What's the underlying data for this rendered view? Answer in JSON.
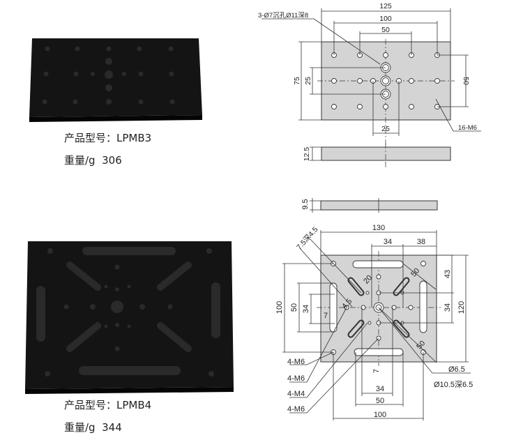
{
  "product1": {
    "model_label": "产品型号：LPMB3",
    "weight_label": "重量/g",
    "weight_value": "306",
    "drawing": {
      "dim_width": "125",
      "dim_100": "100",
      "dim_50": "50",
      "dim_height": "75",
      "dim_25_v": "25",
      "dim_50_v": "50",
      "dim_25_h": "25",
      "callout_counterbore": "3-Ø7沉孔Ø11深8",
      "callout_threads": "16-M6",
      "dim_thickness": "12.5"
    }
  },
  "product2": {
    "model_label": "产品型号：LPMB4",
    "weight_label": "重量/g",
    "weight_value": "344",
    "drawing": {
      "dim_thickness": "9.5",
      "callout_slot": "7.5深4.5",
      "dim_width": "130",
      "dim_34_top": "34",
      "dim_38": "38",
      "dim_20": "20",
      "dim_4_5": "4.5",
      "dim_50_diag_top": "50",
      "dim_50_diag_bottom": "50",
      "dim_100_left": "100",
      "dim_50_left": "50",
      "dim_34_left": "34",
      "dim_7_left": "7",
      "dim_43": "43",
      "dim_34_right": "34",
      "dim_120": "120",
      "dim_7_bottom": "7",
      "dim_34_bottom": "34",
      "dim_50_bottom": "50",
      "dim_100_bottom": "100",
      "callouts": [
        "4-M6",
        "4-M6",
        "4-M4",
        "4-M6"
      ],
      "callout_hole_1": "Ø6.5",
      "callout_hole_2": "Ø10.5深6.5"
    }
  }
}
